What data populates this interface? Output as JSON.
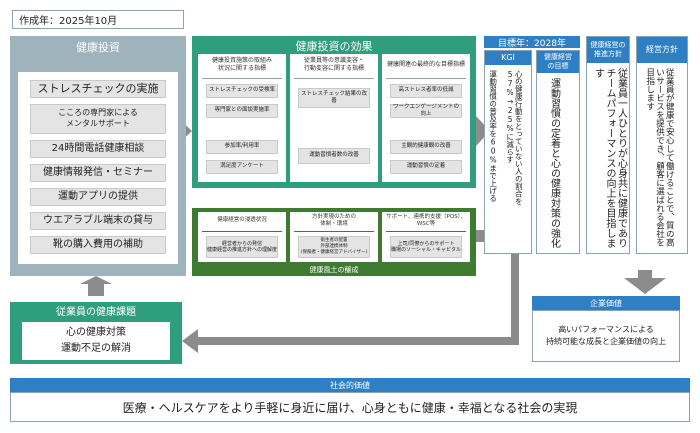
{
  "date_label": "作成年：2025年10月",
  "investment": {
    "title": "健康投資",
    "items": [
      "ストレスチェックの実施",
      "こころの専門家による\nメンタルサポート",
      "24時間電話健康相談",
      "健康情報発信・セミナー",
      "運動アプリの提供",
      "ウエアラブル端末の貸与",
      "靴の購入費用の補助"
    ]
  },
  "effects": {
    "title": "健康投資の効果",
    "columns": [
      {
        "header": "健康投資施策の取組み\n状況に関する指標",
        "items": [
          "ストレスチェックの受検率",
          "専門家との面談実施率",
          "参加率/利用率",
          "満足度アンケート"
        ]
      },
      {
        "header": "従業員等の意識変容・\n行動変容に関する指標",
        "items": [
          "ストレスチェック結果の改善",
          "運動習慣者数の改善"
        ]
      },
      {
        "header": "健康関連の最終的な目標指標",
        "items": [
          "高ストレス者率の低減",
          "ワークエンゲージメントの向上",
          "主観的健康観の改善",
          "運動習慣の定着"
        ]
      }
    ]
  },
  "culture": {
    "title": "健康風土の醸成",
    "columns": [
      {
        "header": "健康経営の浸透状況",
        "item": "経営者からの発信\n健康経営の推進方針への理解度"
      },
      {
        "header": "方針実現のための\n体制・環境",
        "item": "衛生者の配置\n外部連携体制\n(保険者・健康経営アドバイザー)"
      },
      {
        "header": "サポート、連携的支援（POS）、\nWSC等",
        "item": "上司/同僚からのサポート\n職場のソーシャル・キャピタル"
      }
    ]
  },
  "goal": {
    "label": "目標年：2028年",
    "kgi": {
      "title": "KGI",
      "text": "心の健康行動をとっていない人の割合を57%→25%に減らす",
      "text2": "運動習慣の普及率を60%まで上げる"
    },
    "health_goal": {
      "title": "健康経営\nの目標",
      "text": "運動習慣の定着と心の健康対策の強化"
    },
    "policy": {
      "title": "健康経営の\n推進方針",
      "text": "従業員一人ひとりが心身共に健康でありチームパフォーマンスの向上を目指します"
    },
    "strategy": {
      "title": "経営方針",
      "text": "従業員が健康で安心して働けることで、質の高いサービスを提供でき、顧客に選ばれる会社を目指します"
    }
  },
  "corporate_value": {
    "title": "企業価値",
    "lines": [
      "高いパフォーマンスによる",
      "持続可能な成長と企業価値の向上"
    ]
  },
  "employee_issue": {
    "title": "従業員の健康課題",
    "lines": [
      "心の健康対策",
      "運動不足の解消"
    ]
  },
  "social_value": {
    "title": "社会的価値",
    "text": "医療・ヘルスケアをより手軽に身近に届け、心身ともに健康・幸福となる社会の実現"
  },
  "colors": {
    "blue": "#2f7fc4",
    "teal": "#2f9e7d",
    "green": "#3e7a30",
    "gray_panel": "#9fb3bd",
    "arrow": "#8c8c8c"
  }
}
